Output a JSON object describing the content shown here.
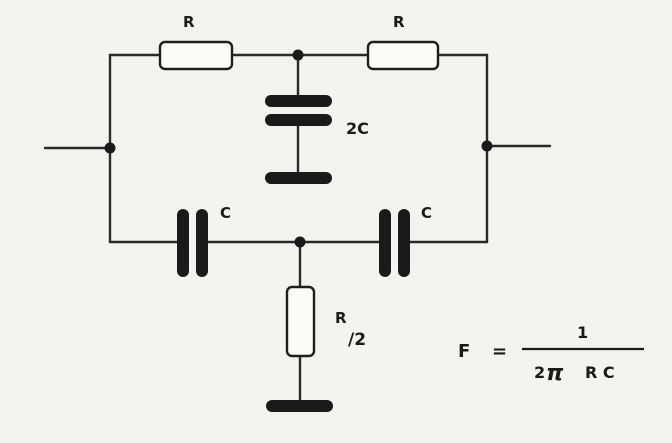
{
  "labels": {
    "top_left_resistor": "R",
    "top_right_resistor": "R",
    "middle_capacitor": "2C",
    "bottom_left_capacitor": "C",
    "bottom_right_capacitor": "C",
    "bottom_resistor_main": "R",
    "bottom_resistor_sub": "/2"
  },
  "formula": {
    "lhs": "F",
    "equals": "=",
    "numerator": "1",
    "denominator_two": "2",
    "denominator_pi": "π",
    "denominator_rc": "R C"
  },
  "colors": {
    "ink": "#1a1a1a",
    "paper": "#f4f3ee"
  }
}
